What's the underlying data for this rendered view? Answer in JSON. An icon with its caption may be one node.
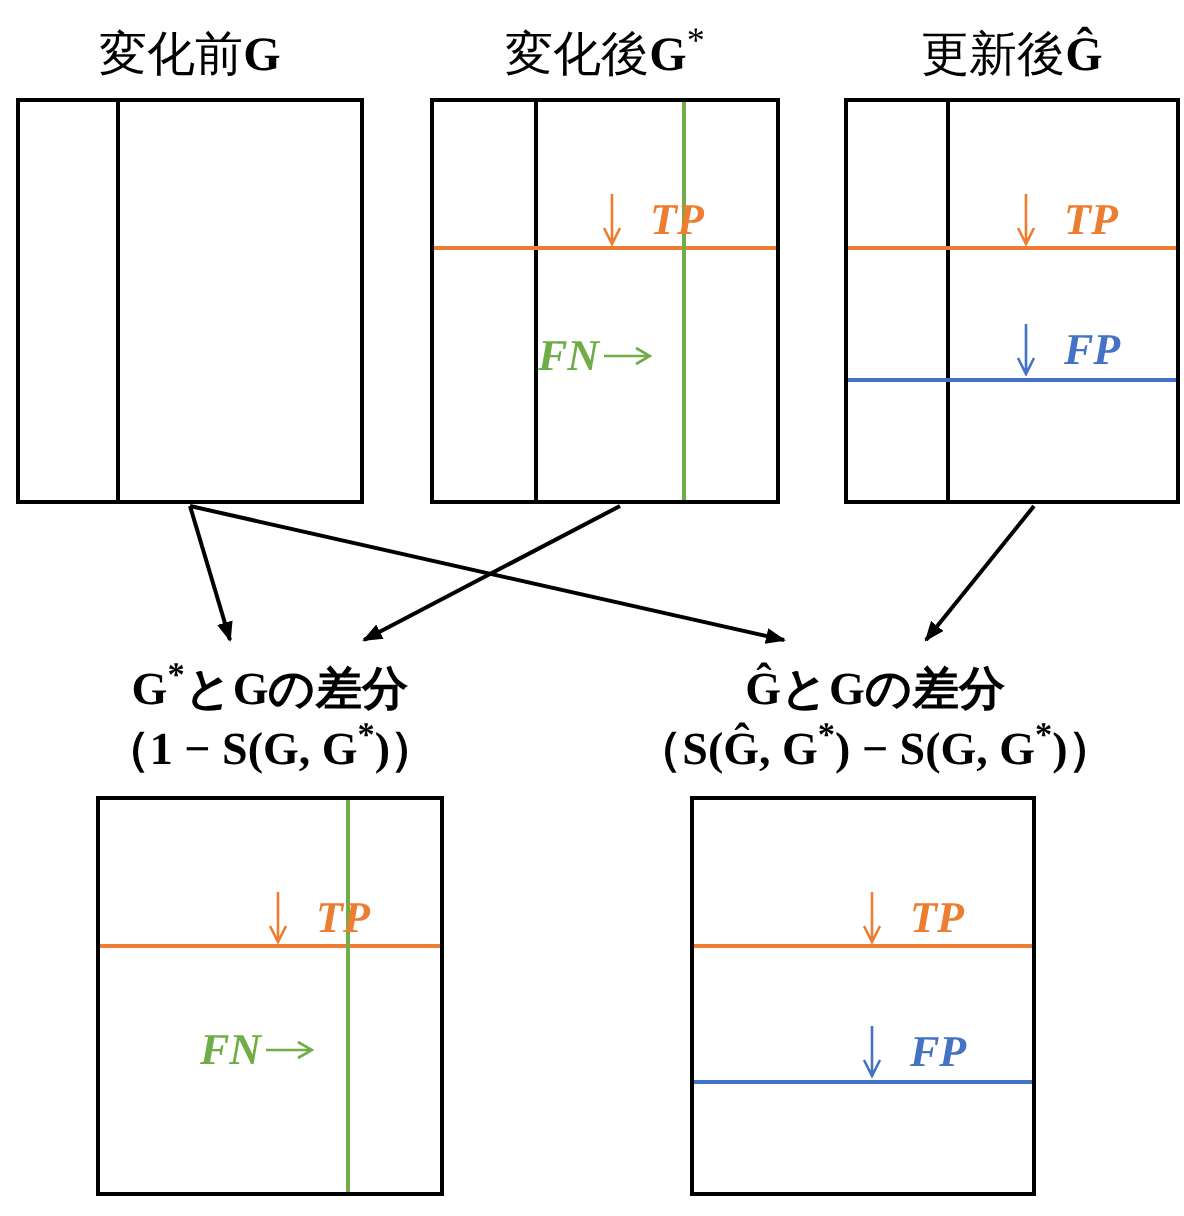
{
  "diagram": {
    "nodes": [
      {
        "text": [
          "変化前**G**"
        ]
      },
      {
        "text": [
          "変化後**G**$^{*}$"
        ]
      },
      {
        "text": [
          "更新後**Ĝ**"
        ]
      },
      {
        "text": [
          "G$^{*}$とGの差分",
          "（1 − S(G, G$^{*}$)）"
        ]
      },
      {
        "text": [
          "ĜとGの差分",
          "（S(Ĝ, G$^{*}$) − S(G, G$^{*}$)）"
        ]
      }
    ],
    "edges": [
      {
        "from": 0,
        "to": 3,
        "arrow": "to"
      },
      {
        "from": 0,
        "to": 4,
        "arrow": "to"
      },
      {
        "from": 1,
        "to": 3,
        "arrow": "to"
      },
      {
        "from": 2,
        "to": 4,
        "arrow": "to"
      }
    ],
    "labels": [
      "TP",
      "FN",
      "TP",
      "FP",
      "TP",
      "FN",
      "TP",
      "FP"
    ]
  }
}
